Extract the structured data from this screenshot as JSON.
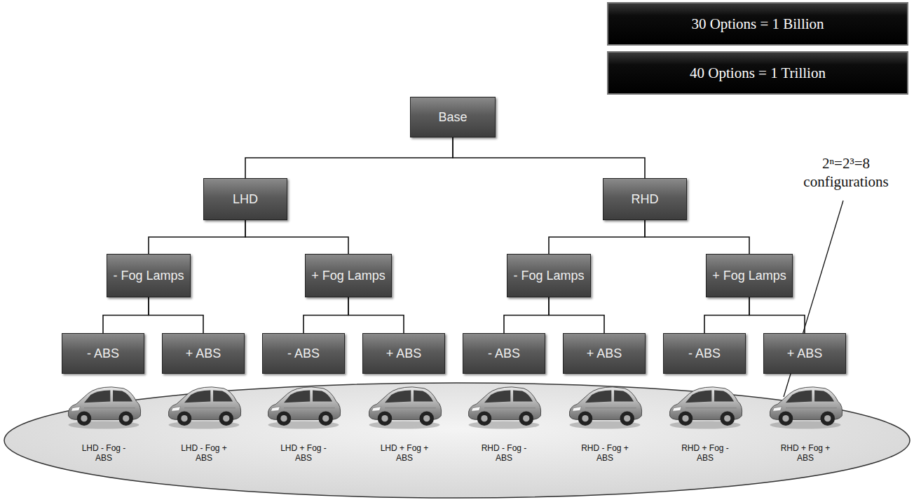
{
  "diagram": {
    "nodes": [
      {
        "text": [
          "30 Options = 1 Billion"
        ]
      },
      {
        "text": [
          "40 Options = 1 Trillion"
        ]
      },
      {
        "text": [
          "Base"
        ]
      },
      {
        "text": [
          "LHD"
        ]
      },
      {
        "text": [
          "RHD"
        ]
      },
      {
        "text": [
          "- Fog Lamps"
        ]
      },
      {
        "text": [
          "+ Fog Lamps"
        ]
      },
      {
        "text": [
          "- Fog Lamps"
        ]
      },
      {
        "text": [
          "+ Fog Lamps"
        ]
      },
      {
        "text": [
          "- ABS"
        ]
      },
      {
        "text": [
          "+ ABS"
        ]
      },
      {
        "text": [
          "- ABS"
        ]
      },
      {
        "text": [
          "+ ABS"
        ]
      },
      {
        "text": [
          "- ABS"
        ]
      },
      {
        "text": [
          "+ ABS"
        ]
      },
      {
        "text": [
          "- ABS"
        ]
      },
      {
        "text": [
          "+ ABS"
        ]
      }
    ],
    "edges": [
      {
        "from": 2,
        "to": 3,
        "arrow": "none"
      },
      {
        "from": 2,
        "to": 4,
        "arrow": "none"
      },
      {
        "from": 3,
        "to": 5,
        "arrow": "none"
      },
      {
        "from": 3,
        "to": 6,
        "arrow": "none"
      },
      {
        "from": 4,
        "to": 7,
        "arrow": "none"
      },
      {
        "from": 4,
        "to": 8,
        "arrow": "none"
      },
      {
        "from": 5,
        "to": 9,
        "arrow": "none"
      },
      {
        "from": 5,
        "to": 10,
        "arrow": "none"
      },
      {
        "from": 6,
        "to": 11,
        "arrow": "none"
      },
      {
        "from": 6,
        "to": 12,
        "arrow": "none"
      },
      {
        "from": 7,
        "to": 13,
        "arrow": "none"
      },
      {
        "from": 7,
        "to": 14,
        "arrow": "none"
      },
      {
        "from": 8,
        "to": 15,
        "arrow": "none"
      },
      {
        "from": 8,
        "to": 16,
        "arrow": "none"
      }
    ],
    "labels": [
      "2ⁿ=2³=8 configurations",
      "LHD - Fog - ABS",
      "LHD - Fog + ABS",
      "LHD + Fog - ABS",
      "LHD + Fog + ABS",
      "RHD - Fog - ABS",
      "RHD - Fog + ABS",
      "RHD + Fog - ABS",
      "RHD + Fog + ABS"
    ]
  }
}
